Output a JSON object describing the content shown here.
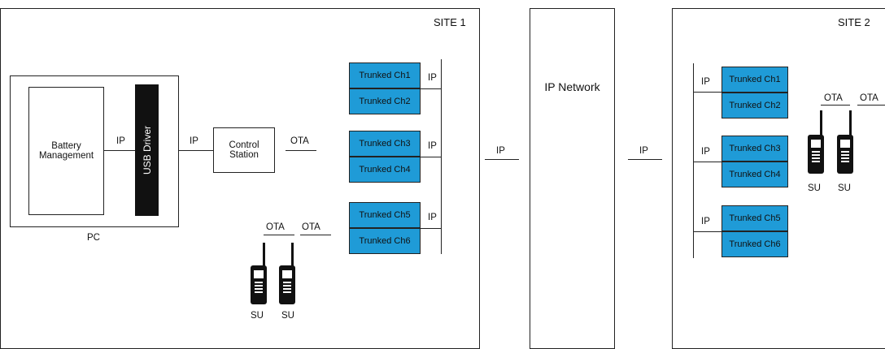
{
  "site1": {
    "title": "SITE 1",
    "pc_label": "PC",
    "battery": "Battery Management",
    "usb": "USB Driver",
    "control": "Control Station",
    "ip1": "IP",
    "ip2": "IP",
    "ota_cs": "OTA",
    "ota_su1": "OTA",
    "ota_su2": "OTA",
    "su1": "SU",
    "su2": "SU",
    "channels": [
      "Trunked Ch1",
      "Trunked Ch2",
      "Trunked Ch3",
      "Trunked Ch4",
      "Trunked Ch5",
      "Trunked Ch6"
    ],
    "ip_ch": [
      "IP",
      "IP",
      "IP"
    ]
  },
  "network": {
    "label": "IP Network",
    "ip_left": "IP",
    "ip_right": "IP"
  },
  "site2": {
    "title": "SITE 2",
    "channels": [
      "Trunked Ch1",
      "Trunked Ch2",
      "Trunked Ch3",
      "Trunked Ch4",
      "Trunked Ch5",
      "Trunked Ch6"
    ],
    "ip_ch": [
      "IP",
      "IP",
      "IP"
    ],
    "ota1": "OTA",
    "ota2": "OTA",
    "su1": "SU",
    "su2": "SU"
  },
  "colors": {
    "channel": "#1f9bd7",
    "line": "#222222",
    "usb": "#111111"
  },
  "icons": {
    "subscriber_unit": "radio-icon"
  }
}
